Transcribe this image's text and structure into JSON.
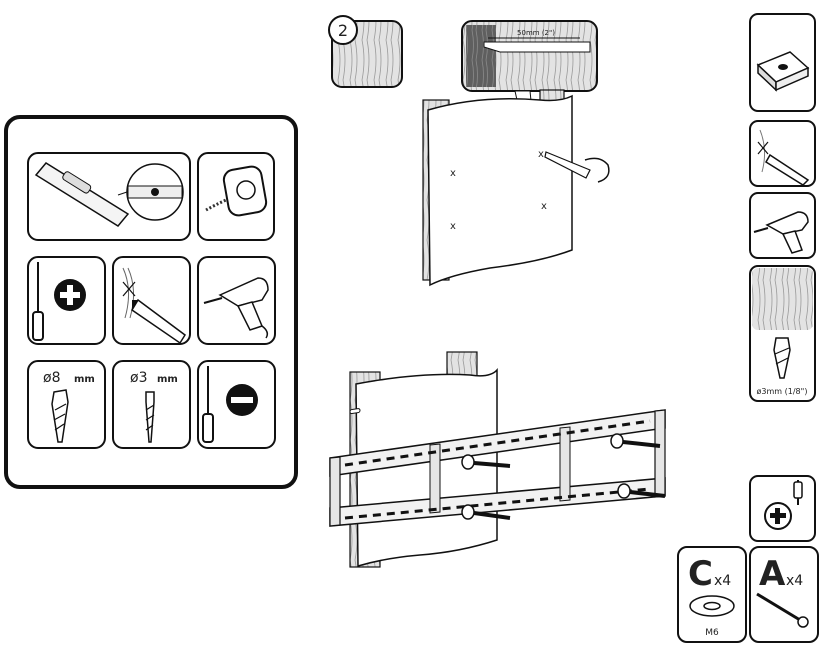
{
  "step": {
    "number": "2"
  },
  "wall_callout": {
    "depth_label": "50mm (2\")"
  },
  "mark_glyph": "x",
  "tools_panel": {
    "drill_bit_large": {
      "symbol": "ø8",
      "unit": "mm"
    },
    "drill_bit_small": {
      "symbol": "ø3",
      "unit": "mm"
    }
  },
  "right_column": {
    "pilot_bit_label": "ø3mm (1/8\")"
  },
  "parts": {
    "part_c": {
      "letter": "C",
      "qty": "x4",
      "size": "M6"
    },
    "part_a": {
      "letter": "A",
      "qty": "x4"
    }
  },
  "icons": [
    "level-icon",
    "stud-finder-icon",
    "phillips-screwdriver-icon",
    "pencil-mark-icon",
    "power-drill-icon",
    "drill-bit-icon",
    "flat-screwdriver-icon",
    "washer-icon",
    "lag-bolt-icon",
    "wood-grain-icon"
  ],
  "colors": {
    "ink": "#1a1a1a",
    "wood_light": "#d9d9d9",
    "wood_dark": "#5a5a5a",
    "paper": "#ffffff"
  }
}
